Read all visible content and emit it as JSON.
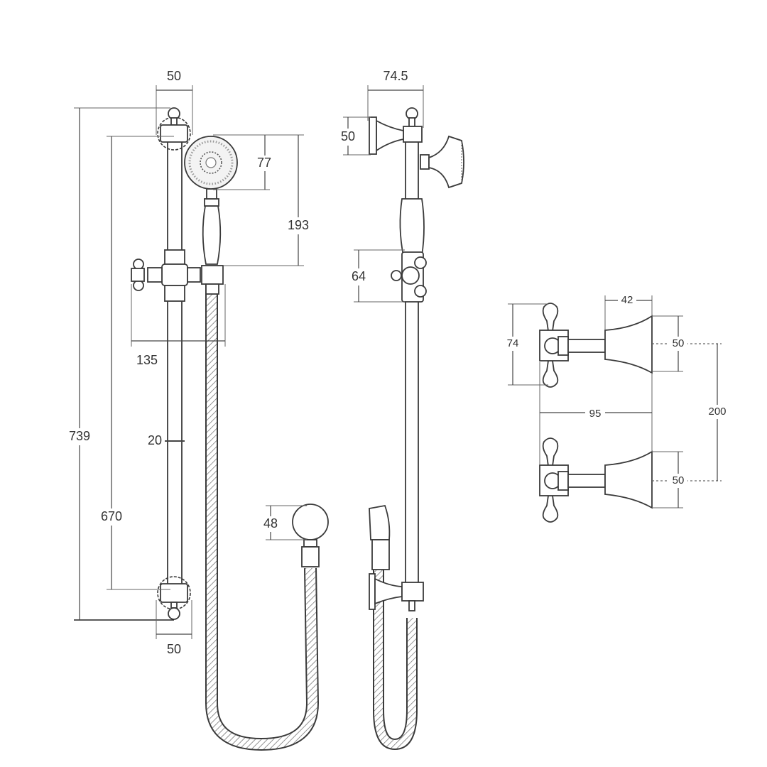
{
  "diagram": {
    "line_color": "#3a3a3a",
    "front_view": {
      "top_bracket_width": "50",
      "overall_height": "739",
      "bracket_centres": "670",
      "head_diameter": "77",
      "handset_length": "193",
      "slider_projection": "135",
      "rail_diameter": "20",
      "wall_outlet": "48",
      "bottom_bracket_width": "50"
    },
    "side_view": {
      "projection": "74.5",
      "bracket_height": "50",
      "slider_height": "64"
    },
    "valve_view": {
      "flange_depth": "42",
      "handle_height": "74",
      "top_flange": "50",
      "centres": "200",
      "projection": "95",
      "bottom_flange": "50"
    }
  }
}
